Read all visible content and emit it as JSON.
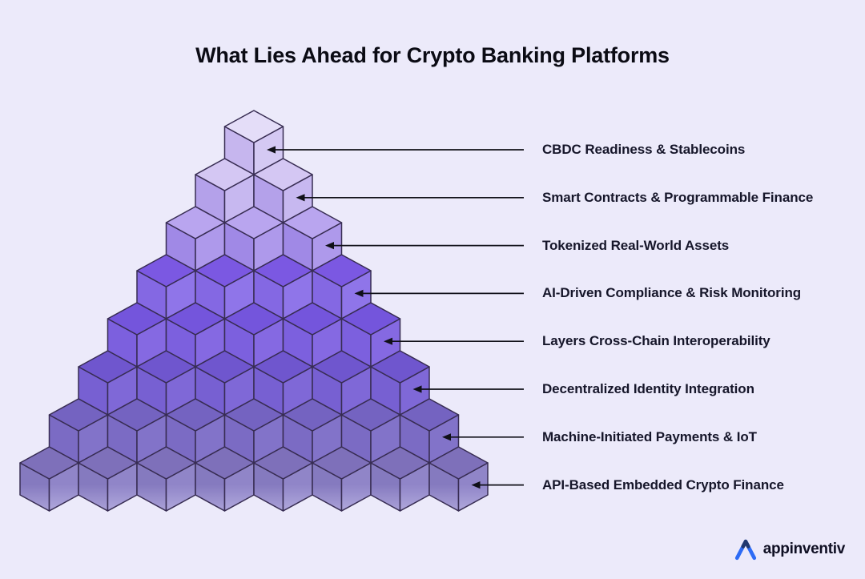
{
  "title": "What Lies Ahead for Crypto Banking Platforms",
  "pyramid": {
    "rows": [
      {
        "label": "CBDC Readiness & Stablecoins",
        "cubes": 1,
        "colors": {
          "top": "#E4DDF8",
          "left": "#C6B6EE",
          "right": "#D4C9F3"
        }
      },
      {
        "label": "Smart Contracts & Programmable Finance",
        "cubes": 2,
        "colors": {
          "top": "#D4C7F3",
          "left": "#B4A1EA",
          "right": "#C7B8F0"
        }
      },
      {
        "label": "Tokenized Real-World Assets",
        "cubes": 3,
        "colors": {
          "top": "#B9A5EF",
          "left": "#A089E6",
          "right": "#AE99EB"
        }
      },
      {
        "label": "AI-Driven Compliance & Risk Monitoring",
        "cubes": 4,
        "colors": {
          "top": "#7B58E2",
          "left": "#8468E3",
          "right": "#8F75E9"
        }
      },
      {
        "label": "Layers Cross-Chain Interoperability",
        "cubes": 5,
        "colors": {
          "top": "#7455DC",
          "left": "#7C60DE",
          "right": "#8569E2"
        }
      },
      {
        "label": "Decentralized Identity Integration",
        "cubes": 6,
        "colors": {
          "top": "#6F56CE",
          "left": "#7760D2",
          "right": "#7F68D7"
        }
      },
      {
        "label": "Machine-Initiated Payments & IoT",
        "cubes": 7,
        "colors": {
          "top": "#7463C1",
          "left": "#7B6BC4",
          "right": "#8273C9"
        }
      },
      {
        "label": "API-Based Embedded Crypto Finance",
        "cubes": 8,
        "colors": {
          "top": "#7E70BA",
          "left": "#857ABF",
          "right": "#9085C8"
        },
        "fade_to_left": "#ABA2D8",
        "fade_to_right": "#B0A8DC"
      }
    ]
  },
  "footer": {
    "brand": "appinventiv"
  },
  "colors": {
    "background": "#ECEAFA",
    "title_text": "#0B0B14",
    "label_text": "#16162A",
    "arrow": "#101018",
    "cube_stroke": "#372C52",
    "brand_blue": "#2D6BF5",
    "brand_navy": "#21386E"
  }
}
